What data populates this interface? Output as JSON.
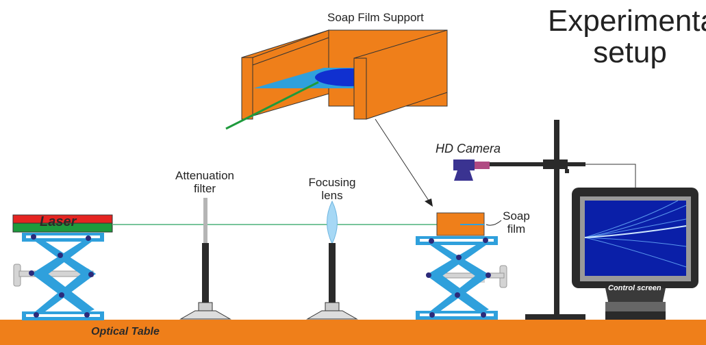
{
  "title": {
    "line1": "Experimental",
    "line2": "setup"
  },
  "labels": {
    "soap_film_support": "Soap Film Support",
    "hd_camera": "HD Camera",
    "attenuation_filter": [
      "Attenuation",
      "filter"
    ],
    "focusing_lens": [
      "Focusing",
      "lens"
    ],
    "soap_film": [
      "Soap",
      "film"
    ],
    "laser": "Laser",
    "control_screen": "Control screen",
    "optical_table": "Optical Table"
  },
  "colors": {
    "table": "#ef7f1a",
    "support": "#ef7f1a",
    "laser_red": "#e52421",
    "laser_green": "#1e9a3c",
    "beam": "#4cb07a",
    "jack": "#2fa0dc",
    "pin": "#2b2a7a",
    "stand": "#2a2a2a",
    "camera_body": "#3a3391",
    "camera_lens": "#b04a82",
    "lens": "#a6d8f5",
    "screen_bg": "#0a1fa8"
  }
}
